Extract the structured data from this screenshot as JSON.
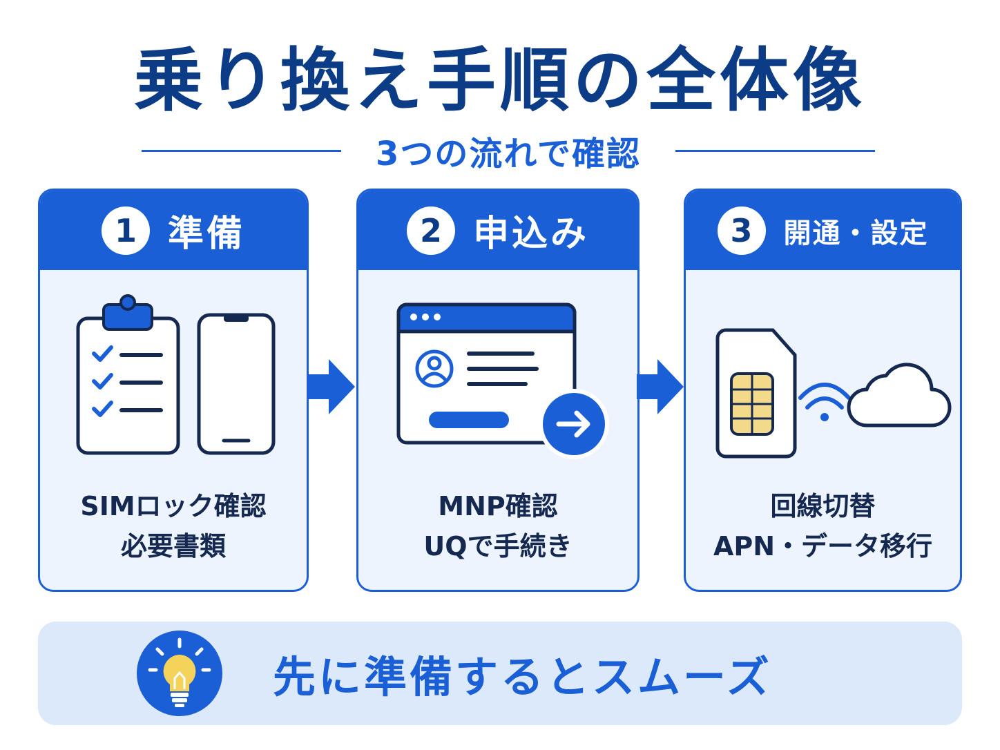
{
  "title": "乗り換え手順の全体像",
  "subtitle": "3つの流れで確認",
  "steps": [
    {
      "number": "1",
      "label": "準備",
      "lines": [
        "SIMロック確認",
        "必要書類"
      ]
    },
    {
      "number": "2",
      "label": "申込み",
      "lines": [
        "MNP確認",
        "UQで手続き"
      ]
    },
    {
      "number": "3",
      "label": "開通・設定",
      "lines": [
        "回線切替",
        "APN・データ移行"
      ]
    }
  ],
  "tip": {
    "text": "先に準備するとスムーズ"
  },
  "icons": {
    "step1": [
      "clipboard-checklist-icon",
      "smartphone-icon"
    ],
    "step2": [
      "browser-form-icon",
      "arrow-right-circle-icon"
    ],
    "step3": [
      "sim-card-icon",
      "wifi-icon",
      "cloud-icon"
    ],
    "tip": "lightbulb-icon"
  },
  "colors": {
    "accent": "#1a5fd6",
    "title": "#0d3c87",
    "panel": "#eef4fd",
    "tip_bg": "#dce9fb",
    "sim_chip": "#f3d98a"
  }
}
